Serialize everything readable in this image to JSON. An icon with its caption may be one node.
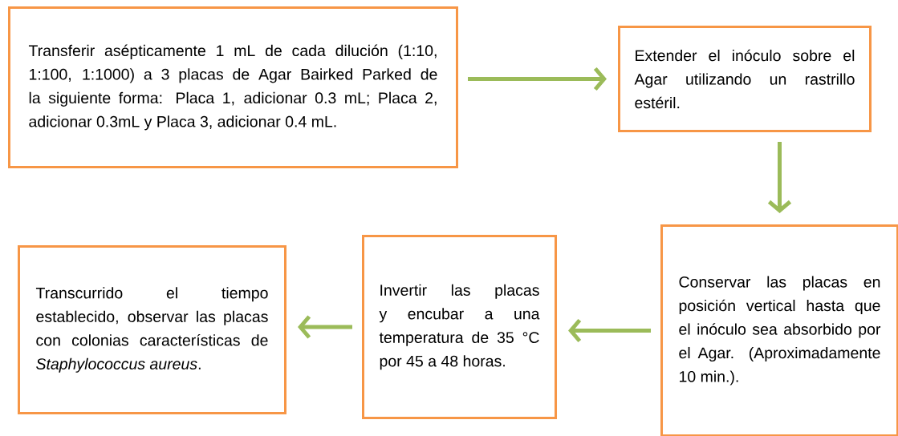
{
  "diagram": {
    "nodes": [
      {
        "text": [
          "Transferir asépticamente 1 mL de cada dilución (1:10, 1:100, 1:1000) a 3 placas de Agar Bairked Parked de la siguiente forma: Placa 1, adicionar 0.3 mL; Placa 2, adicionar 0.3mL y Placa 3, adicionar 0.4 mL."
        ]
      },
      {
        "text": [
          "Extender el inóculo sobre el Agar utilizando un rastrillo estéril."
        ]
      },
      {
        "text": [
          "Conservar las placas en posición vertical hasta que el inóculo sea absorbido por el Agar. (Aproximadamente 10 min.)."
        ]
      },
      {
        "text": [
          "Invertir las placas y encubar a una temperatura de 35 °C por 45 a 48 horas."
        ]
      },
      {
        "text": [
          "Transcurrido el tiempo establecido, observar las placas con colonias características de *Staphylococcus aureus*."
        ]
      }
    ],
    "edges": [
      {
        "from": 0,
        "to": 1,
        "arrow": "to"
      },
      {
        "from": 1,
        "to": 2,
        "arrow": "to"
      },
      {
        "from": 2,
        "to": 3,
        "arrow": "to"
      },
      {
        "from": 3,
        "to": 4,
        "arrow": "to"
      }
    ]
  }
}
